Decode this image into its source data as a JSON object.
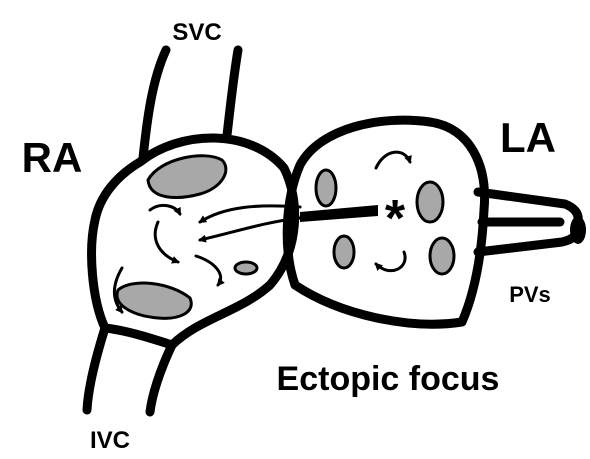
{
  "labels": {
    "svc": "SVC",
    "ra": "RA",
    "la": "LA",
    "ivc": "IVC",
    "pvs": "PVs",
    "ectopic_focus": "Ectopic focus",
    "focus_marker": "*"
  },
  "colors": {
    "outline": "#000000",
    "fill": "#ffffff",
    "shading": "#a8a8a8"
  }
}
